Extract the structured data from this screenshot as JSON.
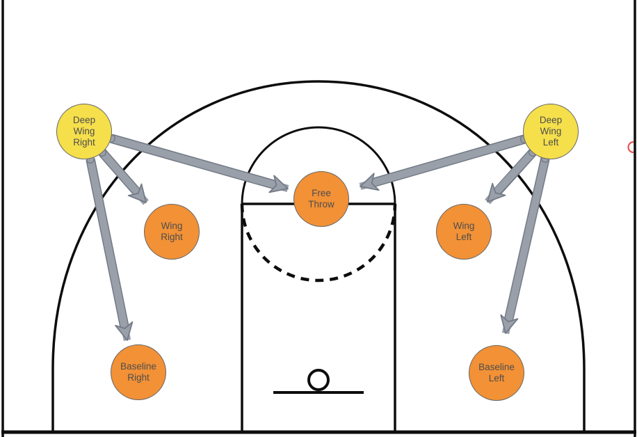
{
  "diagram_type": "basketball-halfcourt-play",
  "colors": {
    "background": "#FFFFFF",
    "court_line": "#0D0D0D",
    "node_orange": "#F29136",
    "node_yellow": "#F5DF4B",
    "node_border": "#666666",
    "node_text": "#4D4D4D",
    "arrow_fill": "#9AA0AA",
    "arrow_outline": "#737A85",
    "connection_point_red": "#E85555"
  },
  "nodes": [
    {
      "id": "deep-wing-right",
      "label": "Deep\nWing\nRight",
      "color": "yellow"
    },
    {
      "id": "deep-wing-left",
      "label": "Deep\nWing\nLeft",
      "color": "yellow"
    },
    {
      "id": "wing-right",
      "label": "Wing\nRight",
      "color": "orange"
    },
    {
      "id": "wing-left",
      "label": "Wing\nLeft",
      "color": "orange"
    },
    {
      "id": "free-throw",
      "label": "Free\nThrow",
      "color": "orange"
    },
    {
      "id": "baseline-right",
      "label": "Baseline\nRight",
      "color": "orange"
    },
    {
      "id": "baseline-left",
      "label": "Baseline\nLeft",
      "color": "orange"
    }
  ],
  "edges": [
    {
      "id": "deep-wing-right-to-free-throw",
      "from": "Deep Wing Right",
      "to": "Free Throw"
    },
    {
      "id": "deep-wing-right-to-wing-right",
      "from": "Deep Wing Right",
      "to": "Wing Right"
    },
    {
      "id": "deep-wing-right-to-baseline-right",
      "from": "Deep Wing Right",
      "to": "Baseline Right"
    },
    {
      "id": "deep-wing-left-to-free-throw",
      "from": "Deep Wing Left",
      "to": "Free Throw"
    },
    {
      "id": "deep-wing-left-to-wing-left",
      "from": "Deep Wing Left",
      "to": "Wing Left"
    },
    {
      "id": "deep-wing-left-to-baseline-left",
      "from": "Deep Wing Left",
      "to": "Baseline Left"
    }
  ],
  "court_elements": [
    "sideline-left",
    "sideline-right",
    "baseline",
    "three-point-line",
    "lane-line-left",
    "lane-line-right",
    "free-throw-line",
    "free-throw-circle-solid-half",
    "free-throw-circle-dashed-half",
    "backboard",
    "rim"
  ],
  "connection_point": {
    "visible": true,
    "position": "right-sideline"
  }
}
